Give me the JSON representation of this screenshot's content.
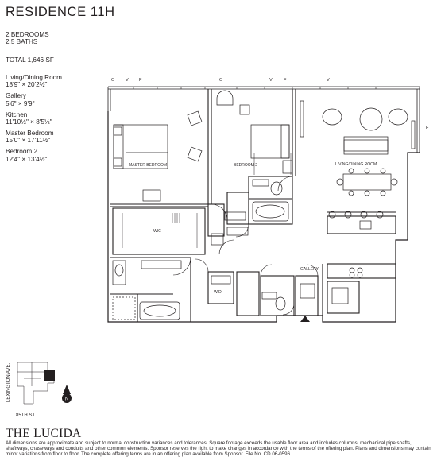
{
  "residence_title": "RESIDENCE 11H",
  "bedrooms": "2 BEDROOMS",
  "baths": "2.5 BATHS",
  "total_area": "TOTAL 1,646 SF",
  "rooms": [
    {
      "name": "Living/Dining Room",
      "dims": "18'9\" × 20'2½\""
    },
    {
      "name": "Gallery",
      "dims": "5'6\" × 9'9\""
    },
    {
      "name": "Kitchen",
      "dims": "11'10½\" × 8'5½\""
    },
    {
      "name": "Master Bedroom",
      "dims": "15'0\" × 17'11½\""
    },
    {
      "name": "Bedroom 2",
      "dims": "12'4\" × 13'4½\""
    }
  ],
  "plan_labels": {
    "master_bedroom": "MASTER BEDROOM",
    "bedroom_2": "BEDROOM 2",
    "living_dining": "LIVING/DINING ROOM",
    "wic": "WIC",
    "gallery": "GALLERY",
    "wd": "W/D"
  },
  "exposure_marks": [
    "O",
    "V",
    "F",
    "O",
    "V",
    "F",
    "V",
    "F"
  ],
  "keyplan": {
    "avenue": "LEXINGTON AVE.",
    "street": "85TH ST.",
    "north": "N"
  },
  "brand": "THE LUCIDA",
  "disclaimer": "All dimensions are approximate and subject to normal construction variances and tolerances. Square footage exceeds the usable floor area and includes columns, mechanical pipe shafts, shaftways, chaseways and conduits and other common elements. Sponsor reserves the right to make changes in accordance with the terms of the offering plan. Plans and dimensions may contain minor variations from floor to floor. The complete offering terms are in an offering plan available from Sponsor. File No. CD 06-0596."
}
